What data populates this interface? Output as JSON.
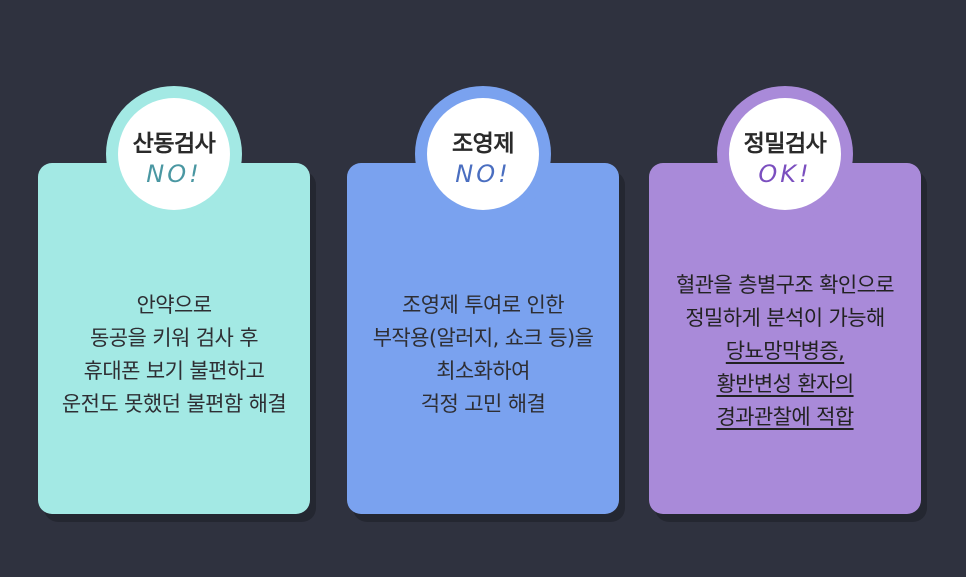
{
  "colors": {
    "background": "#2f323f",
    "card1": "#a3e9e4",
    "card2": "#7aa2ef",
    "card3": "#a98ad9",
    "status_no": "#4a97a2",
    "status_no2": "#4a6ec0",
    "status_ok": "#7b4fbf"
  },
  "cards": [
    {
      "title": "산동검사",
      "status": "NO!",
      "lines": [
        "안약으로",
        "동공을 키워 검사 후",
        "휴대폰 보기 불편하고",
        "운전도 못했던 불편함 해결"
      ]
    },
    {
      "title": "조영제",
      "status": "NO!",
      "lines": [
        "조영제 투여로 인한",
        "부작용(알러지, 쇼크 등)을",
        "최소화하여",
        "걱정 고민 해결"
      ]
    },
    {
      "title": "정밀검사",
      "status": "OK!",
      "lines": [
        "혈관을 층별구조 확인으로",
        "정밀하게 분석이 가능해",
        "당뇨망막병증,",
        "황반변성 환자의",
        "경과관찰에 적합"
      ]
    }
  ]
}
